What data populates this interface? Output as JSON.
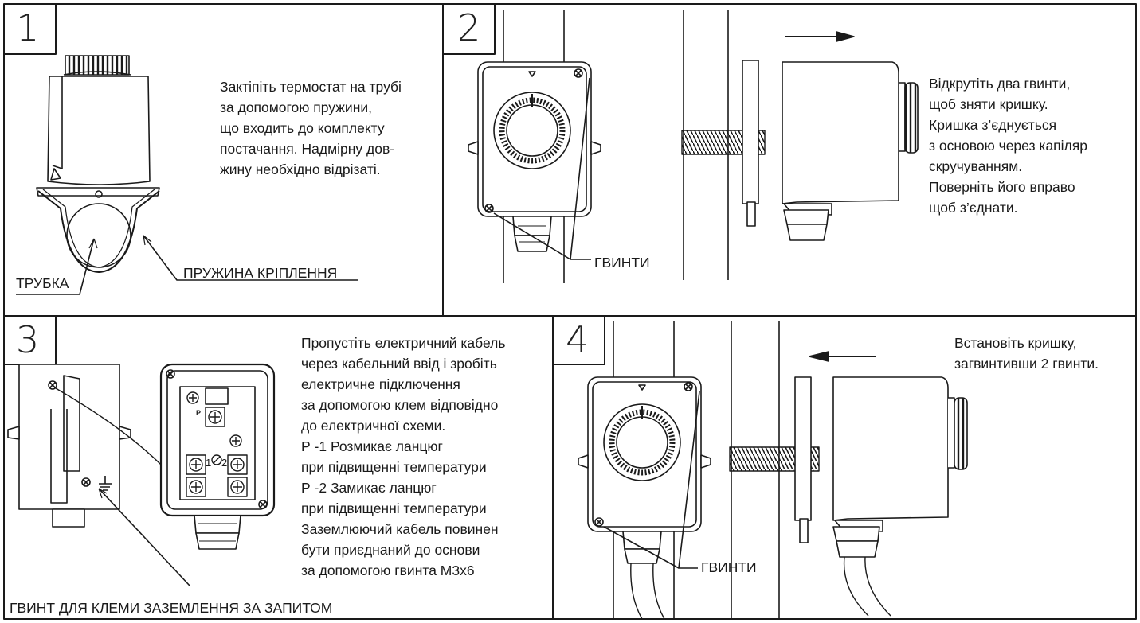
{
  "steps": [
    {
      "number": "1",
      "lines": [
        "Закті­піть термостат на трубі",
        "за допомогою пружини,",
        "що входить до комплекту",
        "постачання. Надмірну дов-",
        "жину необхідно відрізаті."
      ],
      "labels": {
        "tube": "ТРУБКА",
        "spring": "ПРУЖИНА КРІПЛЕННЯ"
      }
    },
    {
      "number": "2",
      "lines": [
        "Відкрутіть два гвинти,",
        "щоб зняти кришку.",
        "Кришка з’єднується",
        "з основою через капіляр",
        "скручуванням.",
        "Поверніть його вправо",
        "щоб з’єднати."
      ],
      "labels": {
        "screws": "ГВИНТИ"
      }
    },
    {
      "number": "3",
      "lines": [
        "Пропустіть електричний кабель",
        "через кабельний ввід і зробіть",
        "електричне підключення",
        "за допомогою клем відповідно",
        "до електричної схеми.",
        "Р -1  Розмикає ланцюг",
        "при підвищенні температури",
        "Р -2  Замикає ланцюг",
        "при підвищенні температури",
        "Заземлюючий кабель повинен",
        "бути приєднаний до основи",
        "за допомогою гвинта М3х6"
      ],
      "labels": {
        "ground": "ГВИНТ ДЛЯ КЛЕМИ ЗАЗЕМЛЕННЯ ЗА ЗАПИТОМ",
        "p": "P",
        "t1": "1",
        "t2": "2"
      }
    },
    {
      "number": "4",
      "lines": [
        "Встановіть кришку,",
        "загвинтивши 2 гвинти."
      ],
      "labels": {
        "screws": "ГВИНТИ"
      }
    }
  ]
}
